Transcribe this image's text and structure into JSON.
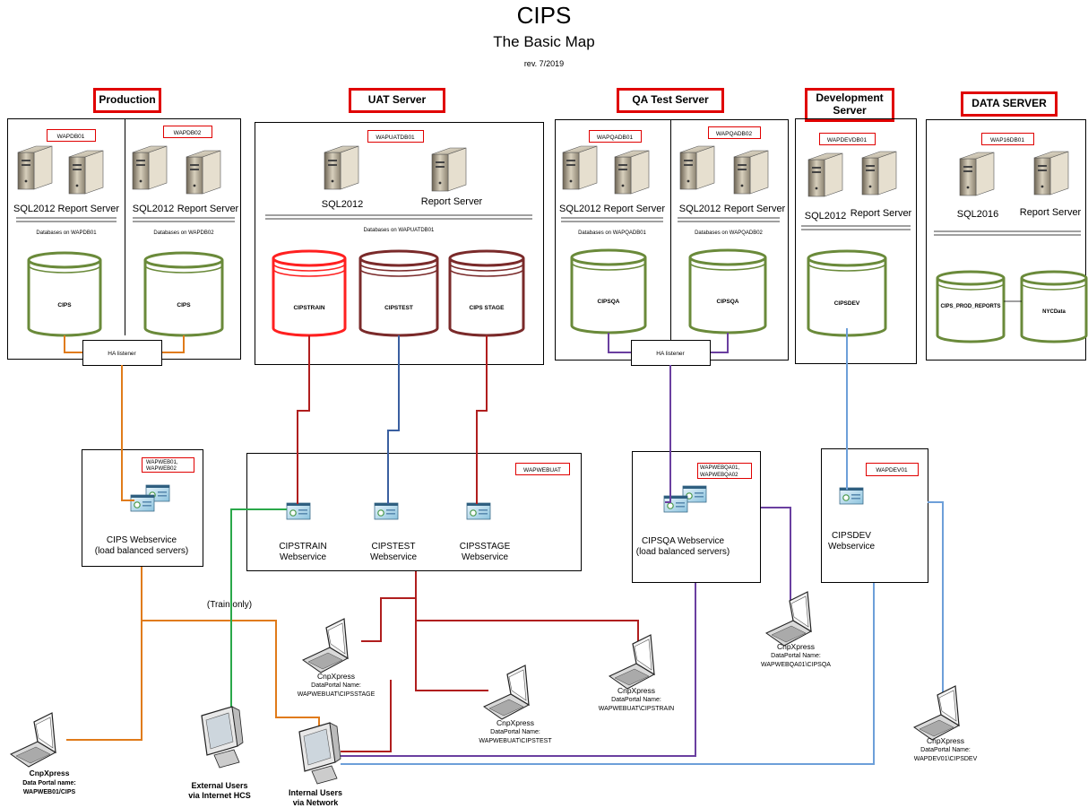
{
  "header": {
    "title": "CIPS",
    "subtitle": "The Basic Map",
    "revision": "rev. 7/2019"
  },
  "sections": {
    "production": "Production",
    "uat": "UAT Server",
    "qa": "QA Test Server",
    "development": "Development Server",
    "data": "DATA SERVER"
  },
  "hosts": {
    "wapdb01": "WAPDB01",
    "wapdb02": "WAPDB02",
    "wapuatdb01": "WAPUATDB01",
    "wapqadb01": "WAPQADB01",
    "wapqadb02": "WAPQADB02",
    "wapdevdb01": "WAPDEVDB01",
    "wap16db01": "WAP16DB01",
    "wapweb01_02": "WAPWEB01, WAPWEB02",
    "wapwebuat": "WAPWEBUAT",
    "wapwebqa": "WAPWEBQA01, WAPWEBQA02",
    "wapdev01": "WAPDEV01"
  },
  "server_labels": {
    "sql2012": "SQL2012",
    "sql2016": "SQL2016",
    "report_server": "Report Server",
    "sql2012_report": "SQL2012 Report Server"
  },
  "db_captions": {
    "wapdb01": "Databases on WAPDB01",
    "wapdb02": "Databases on WAPDB02",
    "wapuatdb01": "Databases on WAPUATDB01",
    "wapqadb01": "Databases on WAPQADB01",
    "wapqadb02": "Databases on WAPQADB02"
  },
  "databases": {
    "cips1": "CIPS",
    "cips2": "CIPS",
    "cipstrain": "CIPSTRAIN",
    "cipstest": "CIPSTEST",
    "cipsstage": "CIPS STAGE",
    "cipsqa1": "CIPSQA",
    "cipsqa2": "CIPSQA",
    "cipsdev": "CIPSDEV",
    "cips_prod_reports": "CIPS_PROD_REPORTS",
    "nycdata": "NYCData"
  },
  "listeners": {
    "prod": "HA listener",
    "qa": "HA listener"
  },
  "webservices": {
    "cips": "CIPS Webservice",
    "cips_sub": "(load balanced servers)",
    "cipstrain": "CIPSTRAIN",
    "cipstest": "CIPSTEST",
    "cipsstage": "CIPSSTAGE",
    "webservice": "Webservice",
    "cipsqa": "CIPSQA Webservice",
    "cipsqa_sub": "(load balanced servers)",
    "cipsdev": "CIPSDEV"
  },
  "train_only": "(Train only)",
  "clients": {
    "cnpxpress": "CnpXpress",
    "dataportal_name": "DataPortal Name:",
    "data_portal_name": "Data Portal name:",
    "prod_path": "WAPWEB01/CIPS",
    "stage_path": "WAPWEBUAT\\CIPSSTAGE",
    "test_path": "WAPWEBUAT\\CIPSTEST",
    "train_path": "WAPWEBUAT\\CIPSTRAIN",
    "qa_path": "WAPWEBQA01\\CIPSQA",
    "dev_path": "WAPDEV01\\CIPSDEV"
  },
  "users": {
    "external_1": "External Users",
    "external_2": "via Internet HCS",
    "internal_1": "Internal Users",
    "internal_2": "via Network"
  },
  "colors": {
    "red_box": "#e00000",
    "db_green": "#6a8a3a",
    "db_red": "#ff2020",
    "db_maroon": "#7a2a2a",
    "line_orange": "#e07b1a",
    "line_purple": "#6a3fa0",
    "line_red": "#b01e1e",
    "line_blue": "#3a5fa0",
    "line_light_blue": "#6d9fd9",
    "line_green": "#2aa84a"
  }
}
